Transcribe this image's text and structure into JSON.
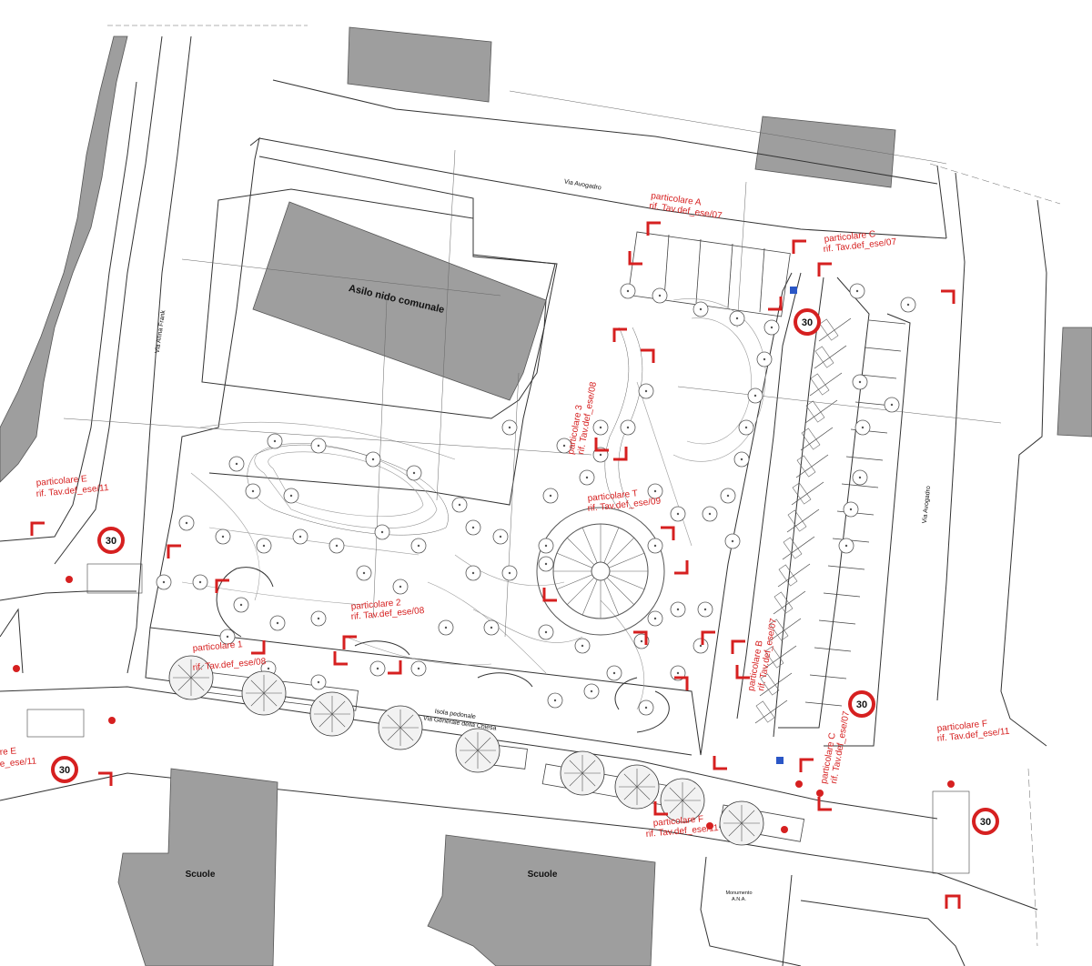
{
  "buildings": {
    "asilo": "Asilo nido comunale",
    "school_left": "Scuole",
    "school_right": "Scuole",
    "monument": [
      "Monumento",
      "A.N.A."
    ]
  },
  "streets": {
    "avogadro_top": "Via Avogadro",
    "avogadro_right": "Via Avogadro",
    "anna_frank": "Via Anna Frank",
    "isola_line1": "Isola pedonale",
    "isola_line2": "Via Generale della Chiesa"
  },
  "details": [
    {
      "title": "particolare A",
      "ref": "rif. Tav.def_ese/07"
    },
    {
      "title": "particolare C",
      "ref": "rif. Tav.def_ese/07"
    },
    {
      "title": "particolare 3",
      "ref": "rif. Tav.def_ese/08"
    },
    {
      "title": "particolare T",
      "ref": "rif. Tav.def_ese/09"
    },
    {
      "title": "particolare 2",
      "ref": "rif. Tav.def_ese/08"
    },
    {
      "title": "particolare 1",
      "ref": "rif. Tav.def_ese/08"
    },
    {
      "title": "particolare E",
      "ref": "rif. Tav.def_ese/11"
    },
    {
      "title": "particolare B",
      "ref": "rif. Tav.def_ese/07"
    },
    {
      "title": "particolare F",
      "ref": "rif. Tav.def_ese/11"
    },
    {
      "title": "particolare C",
      "ref": "rif. Tav.def_ese/07"
    },
    {
      "title": "particolare F",
      "ref": "rif. Tav.def_ese/11"
    },
    {
      "title": "re E",
      "ref": "e_ese/11"
    }
  ],
  "speed_limit": "30",
  "icons": {
    "speed_sign": "speed-limit-sign-icon",
    "tree": "tree-icon",
    "car": "parked-car-icon",
    "north": "north-arrow-icon",
    "detail_corner": "detail-corner-marker-icon"
  },
  "colors": {
    "annotation_red": "#d62020",
    "building_grey": "#9e9e9e",
    "line": "#333333"
  }
}
